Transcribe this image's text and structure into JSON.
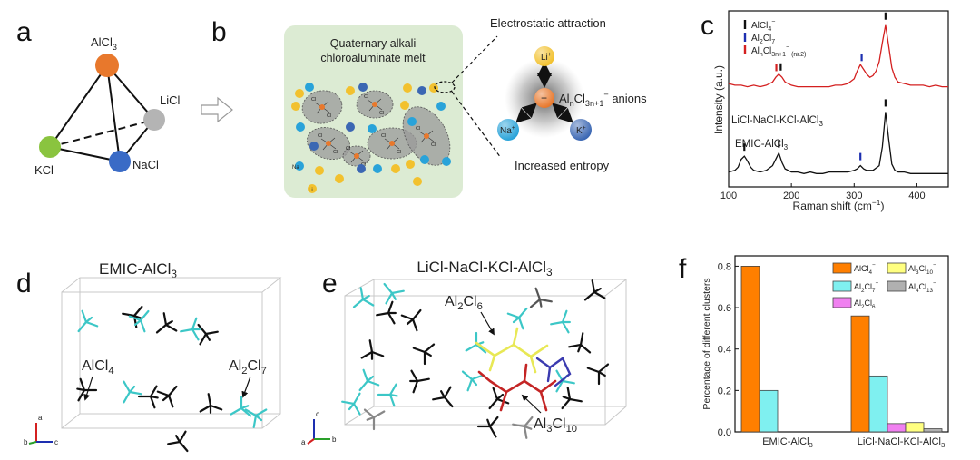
{
  "panels": {
    "a": {
      "letter": "a",
      "nodes": [
        {
          "name": "AlCl3",
          "formula": [
            "AlCl",
            "3"
          ],
          "color": "#e8782c"
        },
        {
          "name": "LiCl",
          "formula": [
            "LiCl",
            ""
          ],
          "color": "#b4b4b4"
        },
        {
          "name": "KCl",
          "formula": [
            "KCl",
            ""
          ],
          "color": "#8ac43f"
        },
        {
          "name": "NaCl",
          "formula": [
            "NaCl",
            ""
          ],
          "color": "#3a6bc6"
        }
      ]
    },
    "b": {
      "letter": "b",
      "melt_title_line1": "Quaternary alkali",
      "melt_title_line2": "chloroaluminate melt",
      "electrostatic": "Electrostatic attraction",
      "entropy": "Increased entropy",
      "anion_base": "Al",
      "anion_n": "n",
      "anion_cl": "Cl",
      "anion_sub": "3n+1",
      "anion_sup": "−",
      "anion_suffix": " anions",
      "li_label": "Li",
      "na_label": "Na",
      "k_label": "K",
      "cation_sup": "+",
      "small_na": "Na",
      "small_li": "Li",
      "al_glyph": "Al",
      "cl_glyph": "Cl",
      "colors": {
        "li": "#f2c12e",
        "na": "#29a3d9",
        "k": "#3b67b3",
        "al": "#e8782c",
        "melt_bg": "#dcebd3"
      }
    },
    "c": {
      "letter": "c",
      "legend": [
        {
          "parts": [
            "AlCl",
            "4",
            "−"
          ],
          "color": "#111111"
        },
        {
          "parts": [
            "Al",
            "2",
            "Cl",
            "7",
            "−"
          ],
          "color": "#1d2fb0"
        },
        {
          "parts": [
            "Al",
            "n",
            "Cl",
            "3n+1",
            "−",
            " (n≥2)"
          ],
          "color": "#d42020"
        }
      ],
      "label_top": "LiCl-NaCl-KCl-AlCl",
      "label_top_sub": "3",
      "label_bottom": "EMIC-AlCl",
      "label_bottom_sub": "3",
      "xlabel": "Raman shift (cm",
      "xlabel_sup": "−1",
      "xlabel_end": ")",
      "ylabel": "Intensity (a.u.)"
    },
    "d": {
      "letter": "d",
      "title": "EMIC-AlCl",
      "title_sub": "3",
      "ann1": "AlCl",
      "ann1_sub": "4",
      "ann2": "Al",
      "ann2_sub": "2",
      "ann2_b": "Cl",
      "ann2_sub2": "7",
      "axes": [
        "a",
        "b",
        "c"
      ]
    },
    "e": {
      "letter": "e",
      "title": "LiCl-NaCl-KCl-AlCl",
      "title_sub": "3",
      "ann1": "Al",
      "ann1_sub": "2",
      "ann1_b": "Cl",
      "ann1_sub2": "6",
      "ann2": "Al",
      "ann2_sub": "3",
      "ann2_b": "Cl",
      "ann2_sub2": "10",
      "axes": [
        "c",
        "a",
        "b"
      ]
    },
    "f": {
      "letter": "f"
    }
  },
  "chart_data": [
    {
      "type": "line",
      "panel": "c",
      "xlabel": "Raman shift (cm−1)",
      "ylabel": "Intensity (a.u.)",
      "xlim": [
        100,
        450
      ],
      "xticks": [
        100,
        200,
        300,
        400
      ],
      "series": [
        {
          "name": "LiCl-NaCl-KCl-AlCl3",
          "color": "#d42020",
          "x": [
            100,
            110,
            120,
            130,
            140,
            150,
            160,
            170,
            175,
            180,
            185,
            190,
            200,
            210,
            220,
            230,
            240,
            250,
            260,
            270,
            280,
            290,
            300,
            305,
            310,
            315,
            320,
            325,
            330,
            335,
            340,
            345,
            350,
            355,
            360,
            365,
            370,
            380,
            390,
            400,
            410,
            420,
            430,
            440,
            450
          ],
          "y": [
            0.62,
            0.61,
            0.61,
            0.6,
            0.61,
            0.6,
            0.61,
            0.63,
            0.66,
            0.68,
            0.66,
            0.63,
            0.61,
            0.6,
            0.6,
            0.6,
            0.6,
            0.6,
            0.6,
            0.61,
            0.61,
            0.62,
            0.65,
            0.7,
            0.74,
            0.71,
            0.68,
            0.66,
            0.67,
            0.7,
            0.76,
            0.88,
            0.99,
            0.86,
            0.72,
            0.66,
            0.63,
            0.62,
            0.61,
            0.61,
            0.61,
            0.6,
            0.61,
            0.6,
            0.6
          ]
        },
        {
          "name": "EMIC-AlCl3",
          "color": "#111111",
          "x": [
            100,
            110,
            115,
            120,
            125,
            130,
            135,
            140,
            150,
            160,
            170,
            175,
            180,
            185,
            190,
            200,
            210,
            220,
            230,
            240,
            250,
            260,
            270,
            280,
            290,
            300,
            305,
            310,
            315,
            320,
            330,
            340,
            345,
            350,
            355,
            360,
            365,
            370,
            380,
            390,
            400,
            410,
            420,
            430,
            440,
            450
          ],
          "y": [
            0.06,
            0.07,
            0.09,
            0.14,
            0.16,
            0.13,
            0.09,
            0.07,
            0.06,
            0.07,
            0.1,
            0.14,
            0.18,
            0.12,
            0.08,
            0.06,
            0.06,
            0.05,
            0.06,
            0.05,
            0.05,
            0.06,
            0.06,
            0.06,
            0.06,
            0.07,
            0.08,
            0.1,
            0.08,
            0.07,
            0.07,
            0.1,
            0.22,
            0.44,
            0.27,
            0.11,
            0.07,
            0.06,
            0.06,
            0.05,
            0.05,
            0.05,
            0.05,
            0.05,
            0.05,
            0.05
          ]
        }
      ],
      "markers": [
        {
          "x": 125,
          "series": "EMIC-AlCl3",
          "color": "#111111"
        },
        {
          "x": 180,
          "series": "EMIC-AlCl3",
          "color": "#111111"
        },
        {
          "x": 310,
          "series": "EMIC-AlCl3",
          "color": "#1d2fb0"
        },
        {
          "x": 350,
          "series": "EMIC-AlCl3",
          "color": "#111111"
        },
        {
          "x": 176,
          "series": "LiCl-NaCl-KCl-AlCl3",
          "color": "#d42020"
        },
        {
          "x": 183,
          "series": "LiCl-NaCl-KCl-AlCl3",
          "color": "#111111"
        },
        {
          "x": 312,
          "series": "LiCl-NaCl-KCl-AlCl3",
          "color": "#1d2fb0"
        },
        {
          "x": 350,
          "series": "LiCl-NaCl-KCl-AlCl3",
          "color": "#111111"
        }
      ]
    },
    {
      "type": "bar",
      "panel": "f",
      "categories": [
        "EMIC-AlCl",
        "LiCl-NaCl-KCl-AlCl"
      ],
      "category_subs": [
        "3",
        "3"
      ],
      "ylabel": "Percentage of different clusters",
      "ylim": [
        0,
        0.85
      ],
      "yticks": [
        0.0,
        0.2,
        0.4,
        0.6,
        0.8
      ],
      "series": [
        {
          "parts": [
            "AlCl",
            "4",
            "−"
          ],
          "color": "#ff7f00",
          "values": [
            0.8,
            0.56
          ]
        },
        {
          "parts": [
            "Al",
            "2",
            "Cl",
            "7",
            "−"
          ],
          "color": "#7ff0f0",
          "values": [
            0.2,
            0.27
          ]
        },
        {
          "parts": [
            "Al",
            "2",
            "Cl",
            "6",
            ""
          ],
          "color": "#f080f0",
          "values": [
            0,
            0.04
          ]
        },
        {
          "parts": [
            "Al",
            "3",
            "Cl",
            "10",
            "−"
          ],
          "color": "#ffff80",
          "values": [
            0,
            0.045
          ]
        },
        {
          "parts": [
            "Al",
            "4",
            "Cl",
            "13",
            "−"
          ],
          "color": "#b0b0b0",
          "values": [
            0,
            0.015
          ]
        }
      ]
    }
  ]
}
